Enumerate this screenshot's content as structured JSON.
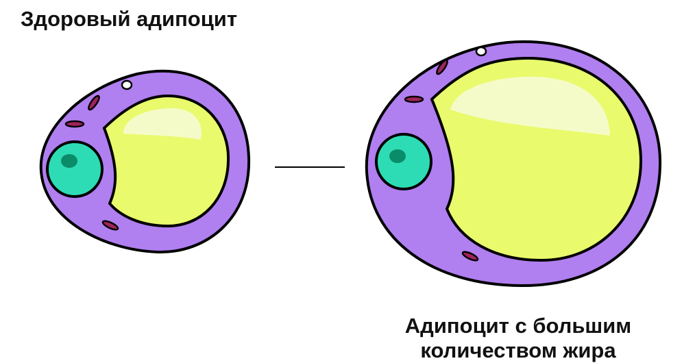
{
  "labels": {
    "healthy": "Здоровый адипоцит",
    "enlarged_line1": "Адипоцит с большим",
    "enlarged_line2": "количеством жира"
  },
  "colors": {
    "cytoplasm": "#b07ff0",
    "fat_droplet": "#e9fa6c",
    "fat_highlight": "#f5fbc8",
    "nucleus": "#2ddcb5",
    "nucleolus": "#0b8c68",
    "mitochondria": "#a0245c",
    "outline": "#000000"
  }
}
